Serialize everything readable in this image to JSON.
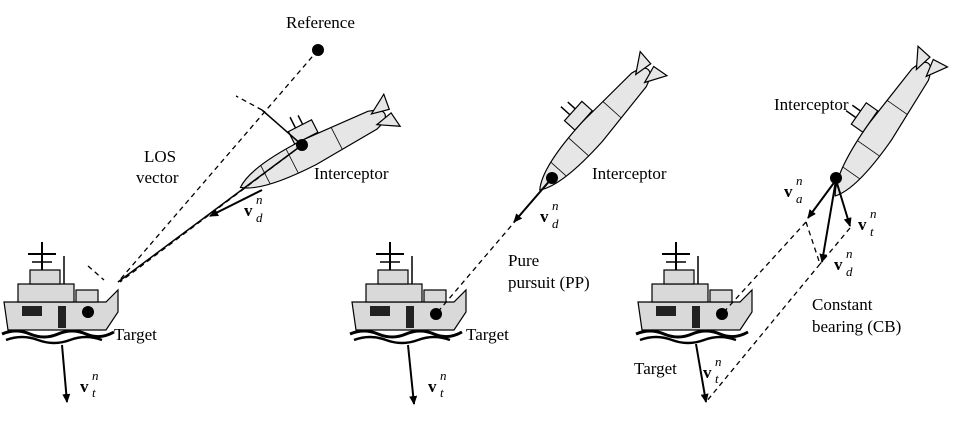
{
  "panel_los": {
    "reference": "Reference",
    "los_line1": "LOS",
    "los_line2": "vector",
    "interceptor": "Interceptor",
    "target": "Target",
    "vd_main": "v",
    "vd_sup": "n",
    "vd_sub": "d",
    "vt_main": "v",
    "vt_sup": "n",
    "vt_sub": "t"
  },
  "panel_pp": {
    "interceptor": "Interceptor",
    "method_line1": "Pure",
    "method_line2": "pursuit (PP)",
    "target": "Target",
    "vd_main": "v",
    "vd_sup": "n",
    "vd_sub": "d",
    "vt_main": "v",
    "vt_sup": "n",
    "vt_sub": "t"
  },
  "panel_cb": {
    "interceptor": "Interceptor",
    "method_line1": "Constant",
    "method_line2": "bearing (CB)",
    "target": "Target",
    "va_main": "v",
    "va_sup": "n",
    "va_sub": "a",
    "vt_main": "v",
    "vt_sup": "n",
    "vt_sub": "t",
    "vd_main": "v",
    "vd_sup": "n",
    "vd_sub": "d",
    "vt2_main": "v",
    "vt2_sup": "n",
    "vt2_sub": "t"
  }
}
